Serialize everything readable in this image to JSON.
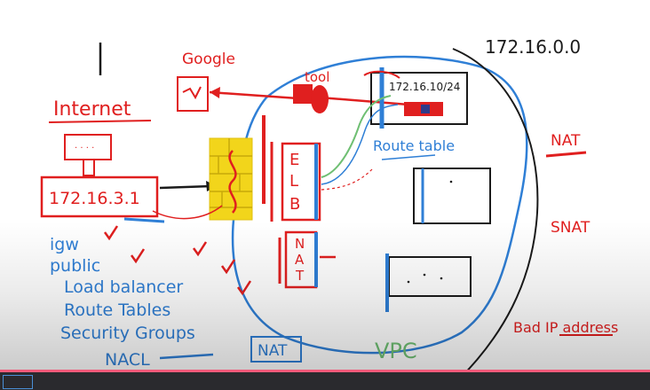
{
  "colors": {
    "ink_black": "#1b1b1b",
    "ink_red": "#e01f1f",
    "ink_blue": "#2f7fd6",
    "ink_green": "#6fbf73",
    "highlight_yellow": "#f2d51b",
    "progress": "#f25a7a"
  },
  "labels": {
    "cidr_vpc": "172.16.0.0",
    "google": "Google",
    "internet": "Internet",
    "router_ip": "172.16.3.1",
    "tool": "tool",
    "subnet_cidr": "172.16.10/24",
    "route_table": "Route table",
    "elb": "ELB",
    "nat_box": "NAT",
    "nat_right": "NAT",
    "snat": "SNAT",
    "bad_ip": "Bad IP address",
    "vpc": "VPC",
    "nat_bottom": "NAT",
    "nacl": "NACL"
  },
  "checklist": [
    "igw",
    "public",
    "Load balancer",
    "Route Tables",
    "Security Groups"
  ],
  "icons": {
    "internet_pc": "computer-icon",
    "google_box": "google-server-icon",
    "firewall": "firewall-icon",
    "router": "router-icon",
    "instance": "instance-box-icon"
  }
}
